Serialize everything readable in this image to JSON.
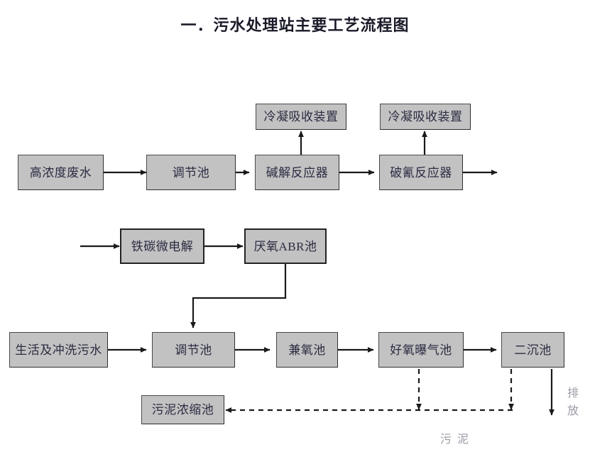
{
  "document": {
    "title": "一．污水处理站主要工艺流程图"
  },
  "diagram": {
    "type": "process-flowchart",
    "box_fill": "#c2c2c2",
    "box_border": "#3b3b3b",
    "line_color": "#1a1a1a",
    "label_color": "#9a9aa6",
    "nodes": [
      {
        "id": "n1",
        "label": "高浓度废水",
        "row": 1
      },
      {
        "id": "n2",
        "label": "调节池",
        "row": 1
      },
      {
        "id": "n3",
        "label": "碱解反应器",
        "row": 1
      },
      {
        "id": "n4",
        "label": "破氰反应器",
        "row": 1
      },
      {
        "id": "n5",
        "label": "冷凝吸收装置",
        "row": 0
      },
      {
        "id": "n6",
        "label": "冷凝吸收装置",
        "row": 0
      },
      {
        "id": "n7",
        "label": "铁碳微电解",
        "row": 2
      },
      {
        "id": "n8",
        "label": "厌氧ABR池",
        "row": 2
      },
      {
        "id": "n9",
        "label": "生活及冲洗污水",
        "row": 3
      },
      {
        "id": "n10",
        "label": "调节池",
        "row": 3
      },
      {
        "id": "n11",
        "label": "兼氧池",
        "row": 3
      },
      {
        "id": "n12",
        "label": "好氧曝气池",
        "row": 3
      },
      {
        "id": "n13",
        "label": "二沉池",
        "row": 3
      },
      {
        "id": "n14",
        "label": "污泥浓缩池",
        "row": 4
      }
    ],
    "annotations": {
      "sludge": "污 泥",
      "discharge_line1": "排",
      "discharge_line2": "放"
    }
  }
}
